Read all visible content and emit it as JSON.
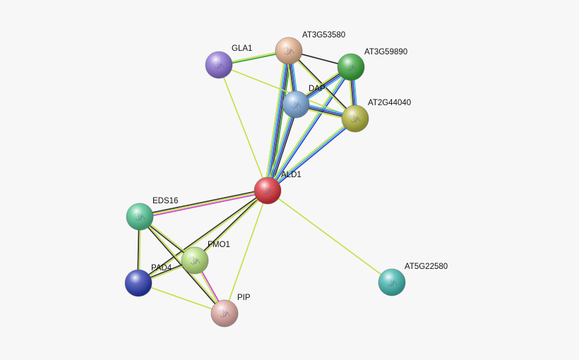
{
  "network": {
    "nodes": [
      {
        "id": "ALD1",
        "label": "ALD1",
        "color": "#e0303a"
      },
      {
        "id": "GLA1",
        "label": "GLA1",
        "color": "#8a6fd6"
      },
      {
        "id": "AT3G53580",
        "label": "AT3G53580",
        "color": "#e8b48e"
      },
      {
        "id": "AT3G59890",
        "label": "AT3G59890",
        "color": "#38a83a"
      },
      {
        "id": "DAP",
        "label": "DAP",
        "color": "#7aa8d8"
      },
      {
        "id": "AT2G44040",
        "label": "AT2G44040",
        "color": "#b4b43a"
      },
      {
        "id": "EDS16",
        "label": "EDS16",
        "color": "#4cc48e"
      },
      {
        "id": "FMO1",
        "label": "FMO1",
        "color": "#b6e07a"
      },
      {
        "id": "PAD4",
        "label": "PAD4",
        "color": "#2a3ab4"
      },
      {
        "id": "PIP",
        "label": "PIP",
        "color": "#e0a8a2"
      },
      {
        "id": "AT5G22580",
        "label": "AT5G22580",
        "color": "#40b8b0"
      }
    ],
    "edge_colors": {
      "textmining": "#c6e04a",
      "coexpression": "#333333",
      "database": "#3ab4d8",
      "experiment": "#d040d0",
      "homology": "#3040d0",
      "neighborhood": "#2ca02c"
    },
    "edges": [
      {
        "a": "ALD1",
        "b": "AT3G53580",
        "types": [
          "textmining",
          "database",
          "homology",
          "coexpression",
          "neighborhood"
        ]
      },
      {
        "a": "ALD1",
        "b": "DAP",
        "types": [
          "textmining",
          "database",
          "homology",
          "coexpression"
        ]
      },
      {
        "a": "ALD1",
        "b": "AT3G59890",
        "types": [
          "textmining",
          "database",
          "homology"
        ]
      },
      {
        "a": "ALD1",
        "b": "AT2G44040",
        "types": [
          "textmining",
          "database",
          "homology"
        ]
      },
      {
        "a": "ALD1",
        "b": "GLA1",
        "types": [
          "textmining"
        ]
      },
      {
        "a": "ALD1",
        "b": "EDS16",
        "types": [
          "experiment",
          "textmining",
          "coexpression"
        ]
      },
      {
        "a": "ALD1",
        "b": "FMO1",
        "types": [
          "textmining",
          "coexpression"
        ]
      },
      {
        "a": "ALD1",
        "b": "PAD4",
        "types": [
          "textmining",
          "coexpression"
        ]
      },
      {
        "a": "ALD1",
        "b": "PIP",
        "types": [
          "textmining"
        ]
      },
      {
        "a": "ALD1",
        "b": "AT5G22580",
        "types": [
          "textmining"
        ]
      },
      {
        "a": "GLA1",
        "b": "AT3G53580",
        "types": [
          "textmining",
          "neighborhood"
        ]
      },
      {
        "a": "GLA1",
        "b": "AT2G44040",
        "types": [
          "textmining"
        ]
      },
      {
        "a": "AT3G53580",
        "b": "AT3G59890",
        "types": [
          "coexpression"
        ]
      },
      {
        "a": "AT3G53580",
        "b": "DAP",
        "types": [
          "database",
          "homology",
          "coexpression",
          "textmining"
        ]
      },
      {
        "a": "AT3G53580",
        "b": "AT2G44040",
        "types": [
          "coexpression",
          "textmining"
        ]
      },
      {
        "a": "AT3G59890",
        "b": "DAP",
        "types": [
          "database",
          "homology",
          "coexpression",
          "textmining"
        ]
      },
      {
        "a": "AT3G59890",
        "b": "AT2G44040",
        "types": [
          "database",
          "homology",
          "coexpression",
          "textmining"
        ]
      },
      {
        "a": "DAP",
        "b": "AT2G44040",
        "types": [
          "database",
          "homology",
          "coexpression",
          "textmining"
        ]
      },
      {
        "a": "EDS16",
        "b": "FMO1",
        "types": [
          "textmining",
          "coexpression"
        ]
      },
      {
        "a": "EDS16",
        "b": "PAD4",
        "types": [
          "textmining",
          "coexpression"
        ]
      },
      {
        "a": "EDS16",
        "b": "PIP",
        "types": [
          "textmining",
          "coexpression"
        ]
      },
      {
        "a": "FMO1",
        "b": "PAD4",
        "types": [
          "textmining",
          "coexpression"
        ]
      },
      {
        "a": "FMO1",
        "b": "PIP",
        "types": [
          "experiment",
          "textmining"
        ]
      },
      {
        "a": "PAD4",
        "b": "PIP",
        "types": [
          "textmining"
        ]
      }
    ]
  }
}
